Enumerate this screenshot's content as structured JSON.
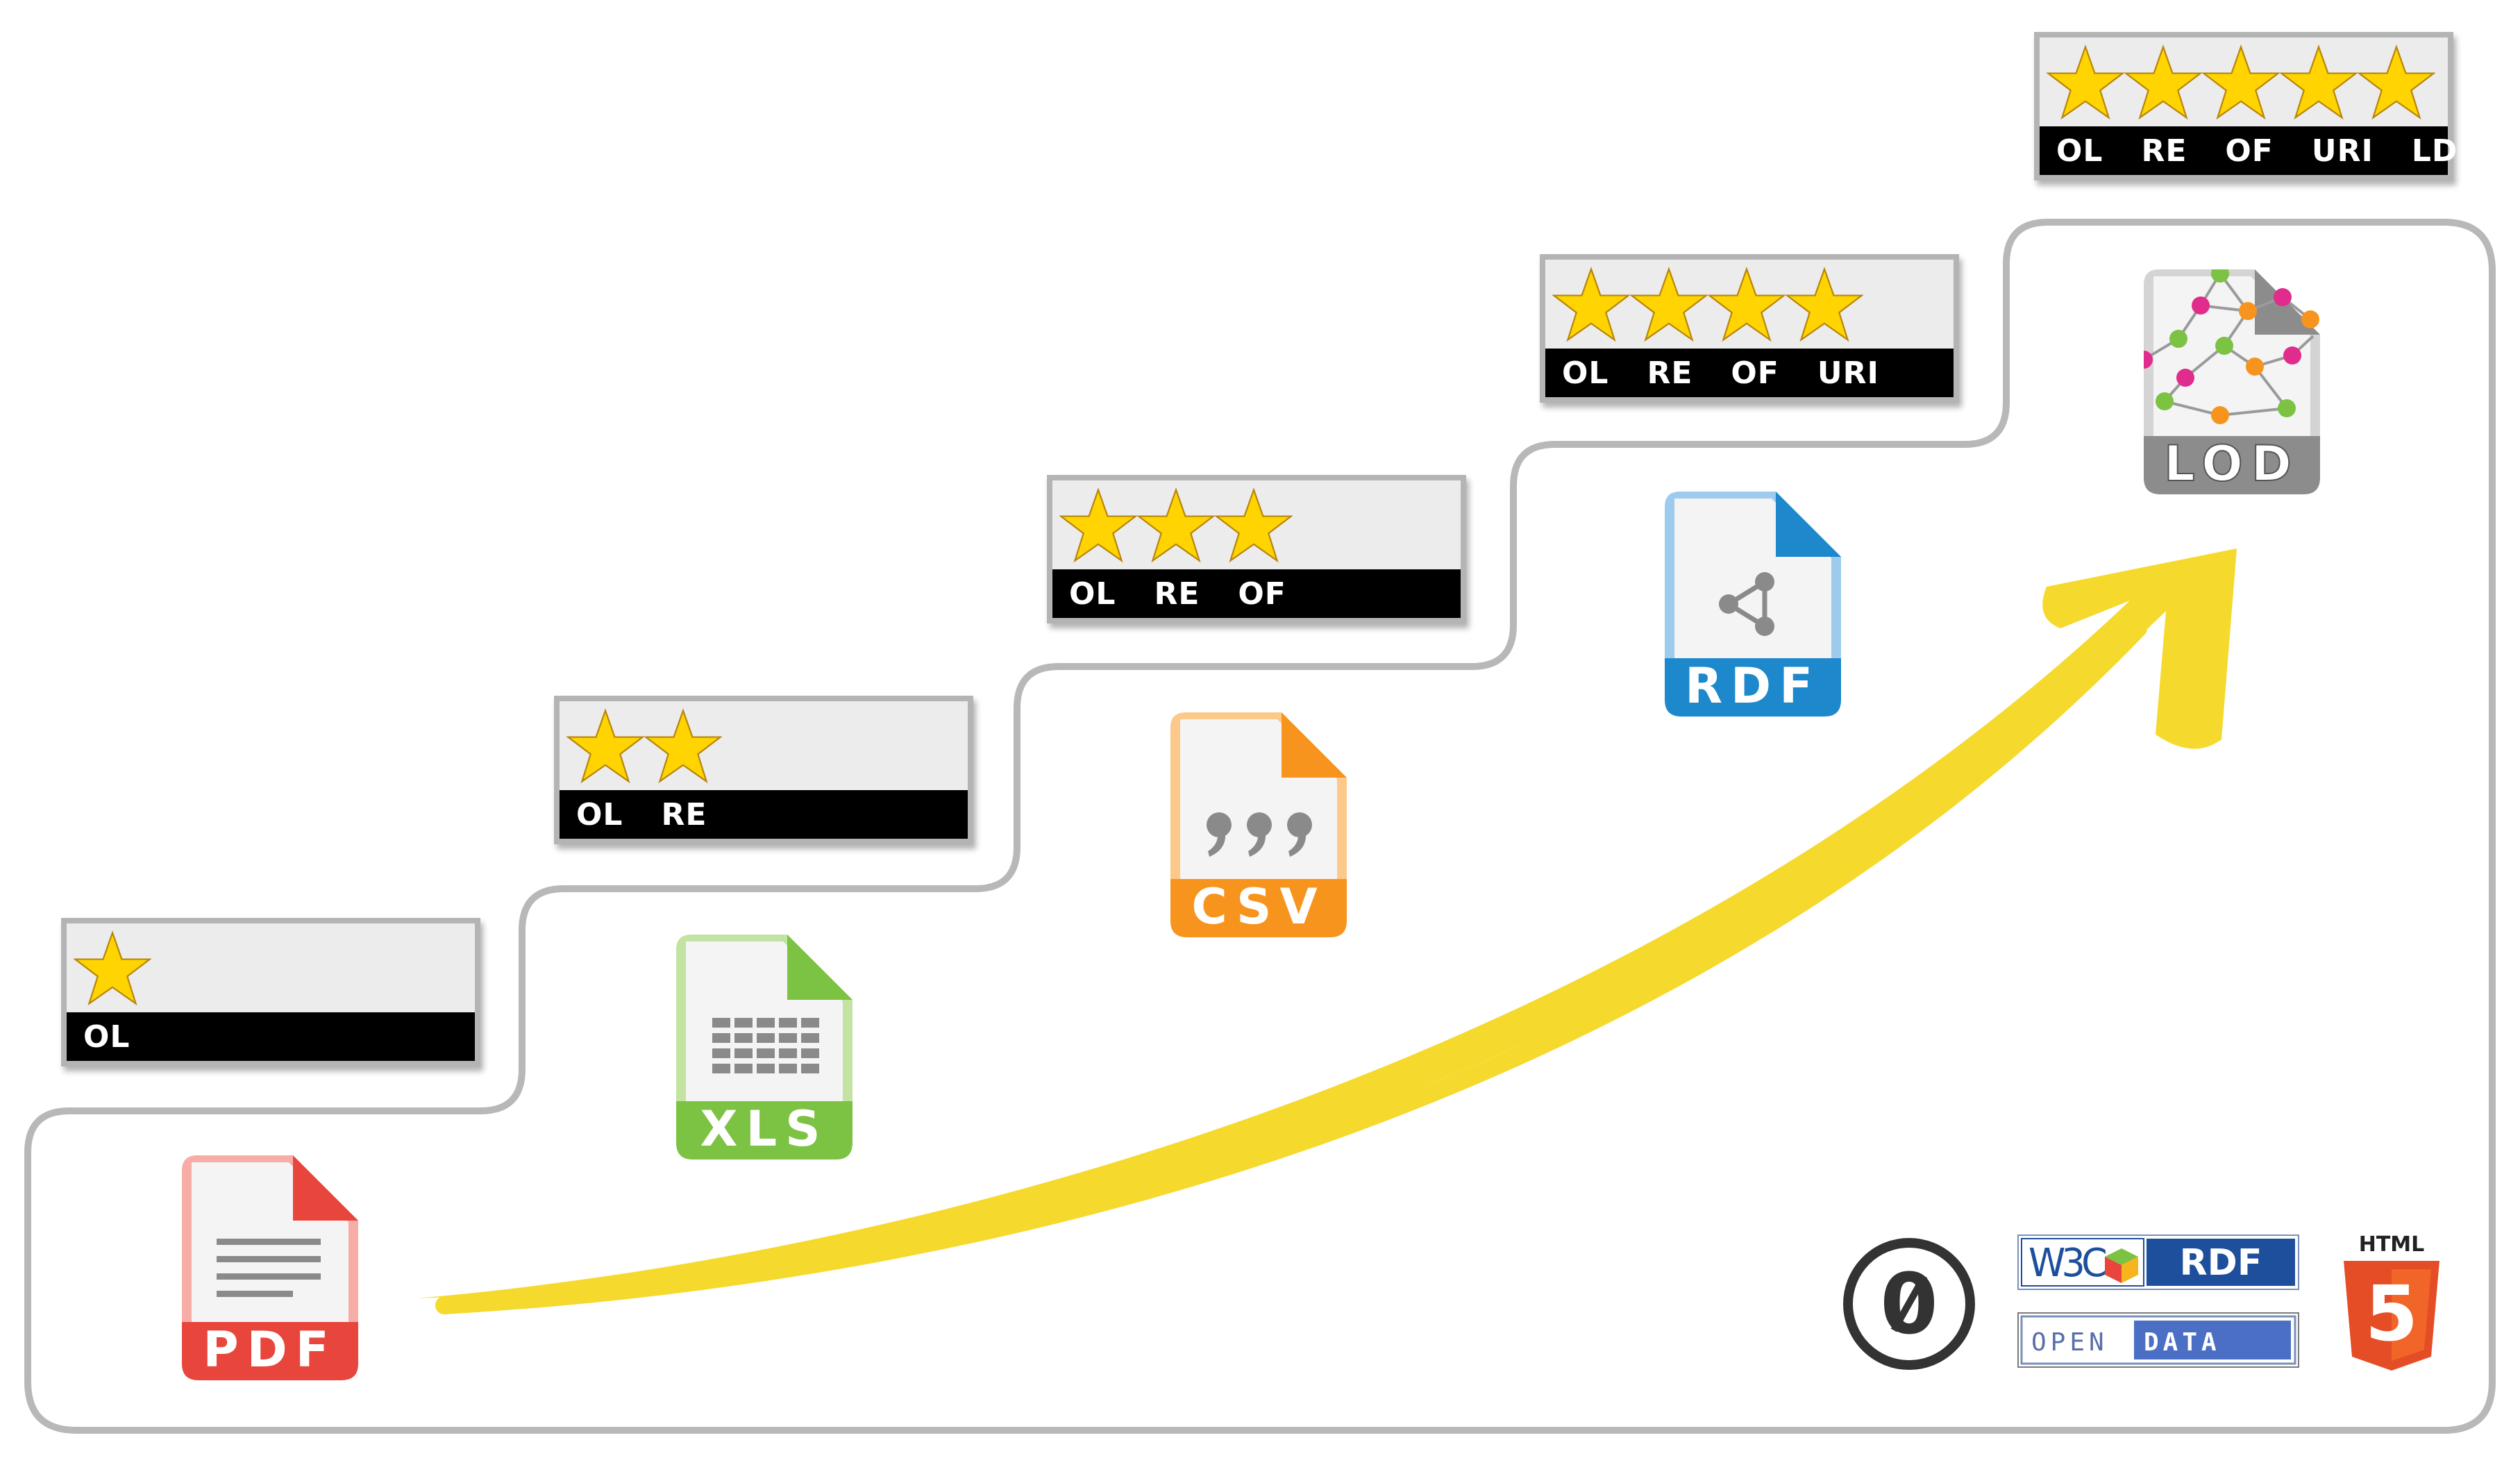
{
  "ratings": [
    {
      "stars": 1,
      "labels": [
        "OL"
      ]
    },
    {
      "stars": 2,
      "labels": [
        "OL",
        "RE"
      ]
    },
    {
      "stars": 3,
      "labels": [
        "OL",
        "RE",
        "OF"
      ]
    },
    {
      "stars": 4,
      "labels": [
        "OL",
        "RE",
        "OF",
        "URI"
      ]
    },
    {
      "stars": 5,
      "labels": [
        "OL",
        "RE",
        "OF",
        "URI",
        "LD"
      ]
    }
  ],
  "formats": [
    {
      "label": "PDF",
      "color": "#e8463c",
      "light": "#f7ada5"
    },
    {
      "label": "XLS",
      "color": "#7cc243",
      "light": "#c3e3a2"
    },
    {
      "label": "CSV",
      "color": "#f7941d",
      "light": "#fcc98a"
    },
    {
      "label": "RDF",
      "color": "#1d88cc",
      "light": "#9ccbee"
    },
    {
      "label": "LOD",
      "color": "#8c8c8c",
      "light": "#d4d4d4"
    }
  ],
  "badges": {
    "cc0": "0",
    "w3c": "W3C",
    "w3c_rdf": "RDF",
    "open": "OPEN",
    "data": "DATA",
    "html_label": "HTML",
    "html_number": "5"
  },
  "colors": {
    "star": "#ffd400",
    "arrow": "#f6d92d",
    "outline": "#b8b8b8",
    "bar": "#000000"
  }
}
